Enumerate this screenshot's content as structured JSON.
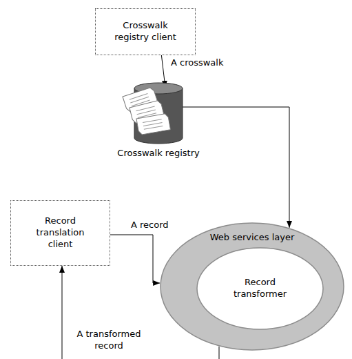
{
  "diagram": {
    "nodes": [
      {
        "text": [
          "Crosswalk registry client"
        ]
      },
      {
        "text": [
          "Crosswalk registry"
        ]
      },
      {
        "text": [
          "Record translation client"
        ]
      },
      {
        "text": [
          "Web services layer"
        ]
      },
      {
        "text": [
          "Record transformer"
        ],
        "in": 3
      }
    ],
    "edges": [
      {
        "from": 0,
        "to": 1,
        "label": "A crosswalk",
        "arrow": "to"
      },
      {
        "from": 1,
        "to": 3,
        "arrow": "to"
      },
      {
        "from": 2,
        "to": 3,
        "label": "A record",
        "arrow": "to"
      },
      {
        "from": 3,
        "to": 2,
        "label": "A transformed record",
        "arrow": "to"
      }
    ]
  }
}
